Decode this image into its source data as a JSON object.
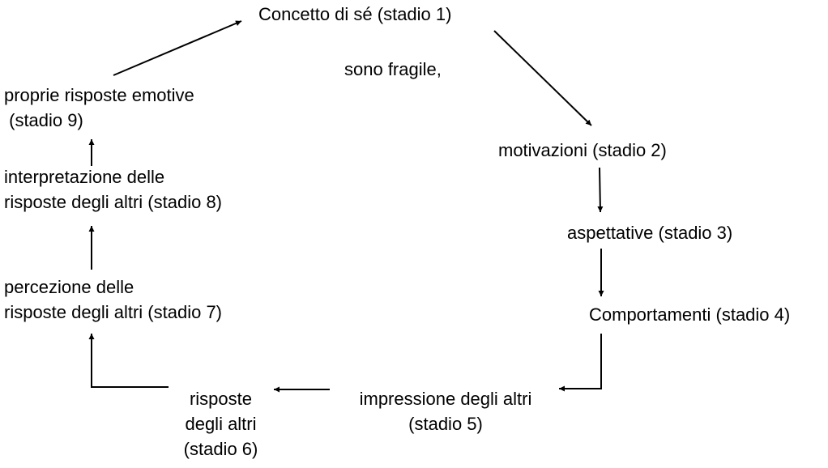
{
  "stages": {
    "s1": {
      "lines": [
        "Concetto di sé (stadio 1)"
      ]
    },
    "note": {
      "lines": [
        "sono fragile,"
      ]
    },
    "s2": {
      "lines": [
        "motivazioni (stadio 2)"
      ]
    },
    "s3": {
      "lines": [
        "aspettative (stadio 3)"
      ]
    },
    "s4": {
      "lines": [
        "Comportamenti (stadio 4)"
      ]
    },
    "s5": {
      "lines": [
        "impressione degli altri",
        "(stadio 5)"
      ]
    },
    "s6": {
      "lines": [
        "risposte",
        "degli altri",
        " (stadio 6)"
      ]
    },
    "s7": {
      "lines": [
        "percezione delle",
        "risposte degli altri (stadio 7)"
      ]
    },
    "s8": {
      "lines": [
        "interpretazione delle",
        "risposte degli altri (stadio 8)"
      ]
    },
    "s9": {
      "lines": [
        "proprie risposte emotive",
        " (stadio 9)"
      ]
    }
  },
  "arrow_color": "#000000"
}
